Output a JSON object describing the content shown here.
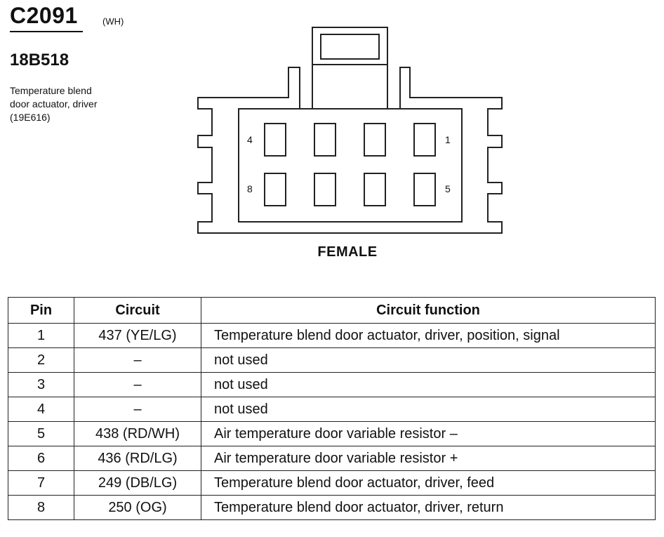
{
  "connector": {
    "id": "C2091",
    "color": "(WH)",
    "part_number": "18B518",
    "description_lines": [
      "Temperature blend",
      "door actuator, driver",
      "(19E616)"
    ],
    "gender": "FEMALE",
    "pin_labels": {
      "top_left": "4",
      "top_right": "1",
      "bottom_left": "8",
      "bottom_right": "5"
    }
  },
  "table": {
    "headers": {
      "pin": "Pin",
      "circuit": "Circuit",
      "function": "Circuit function"
    },
    "rows": [
      {
        "pin": "1",
        "circuit": "437 (YE/LG)",
        "function": "Temperature blend door actuator, driver, position, signal"
      },
      {
        "pin": "2",
        "circuit": "–",
        "function": "not used"
      },
      {
        "pin": "3",
        "circuit": "–",
        "function": "not used"
      },
      {
        "pin": "4",
        "circuit": "–",
        "function": "not used"
      },
      {
        "pin": "5",
        "circuit": "438 (RD/WH)",
        "function": "Air temperature door variable resistor –"
      },
      {
        "pin": "6",
        "circuit": "436 (RD/LG)",
        "function": "Air temperature door variable resistor +"
      },
      {
        "pin": "7",
        "circuit": "249 (DB/LG)",
        "function": "Temperature blend door actuator, driver, feed"
      },
      {
        "pin": "8",
        "circuit": "250 (OG)",
        "function": "Temperature blend door actuator, driver, return"
      }
    ]
  }
}
